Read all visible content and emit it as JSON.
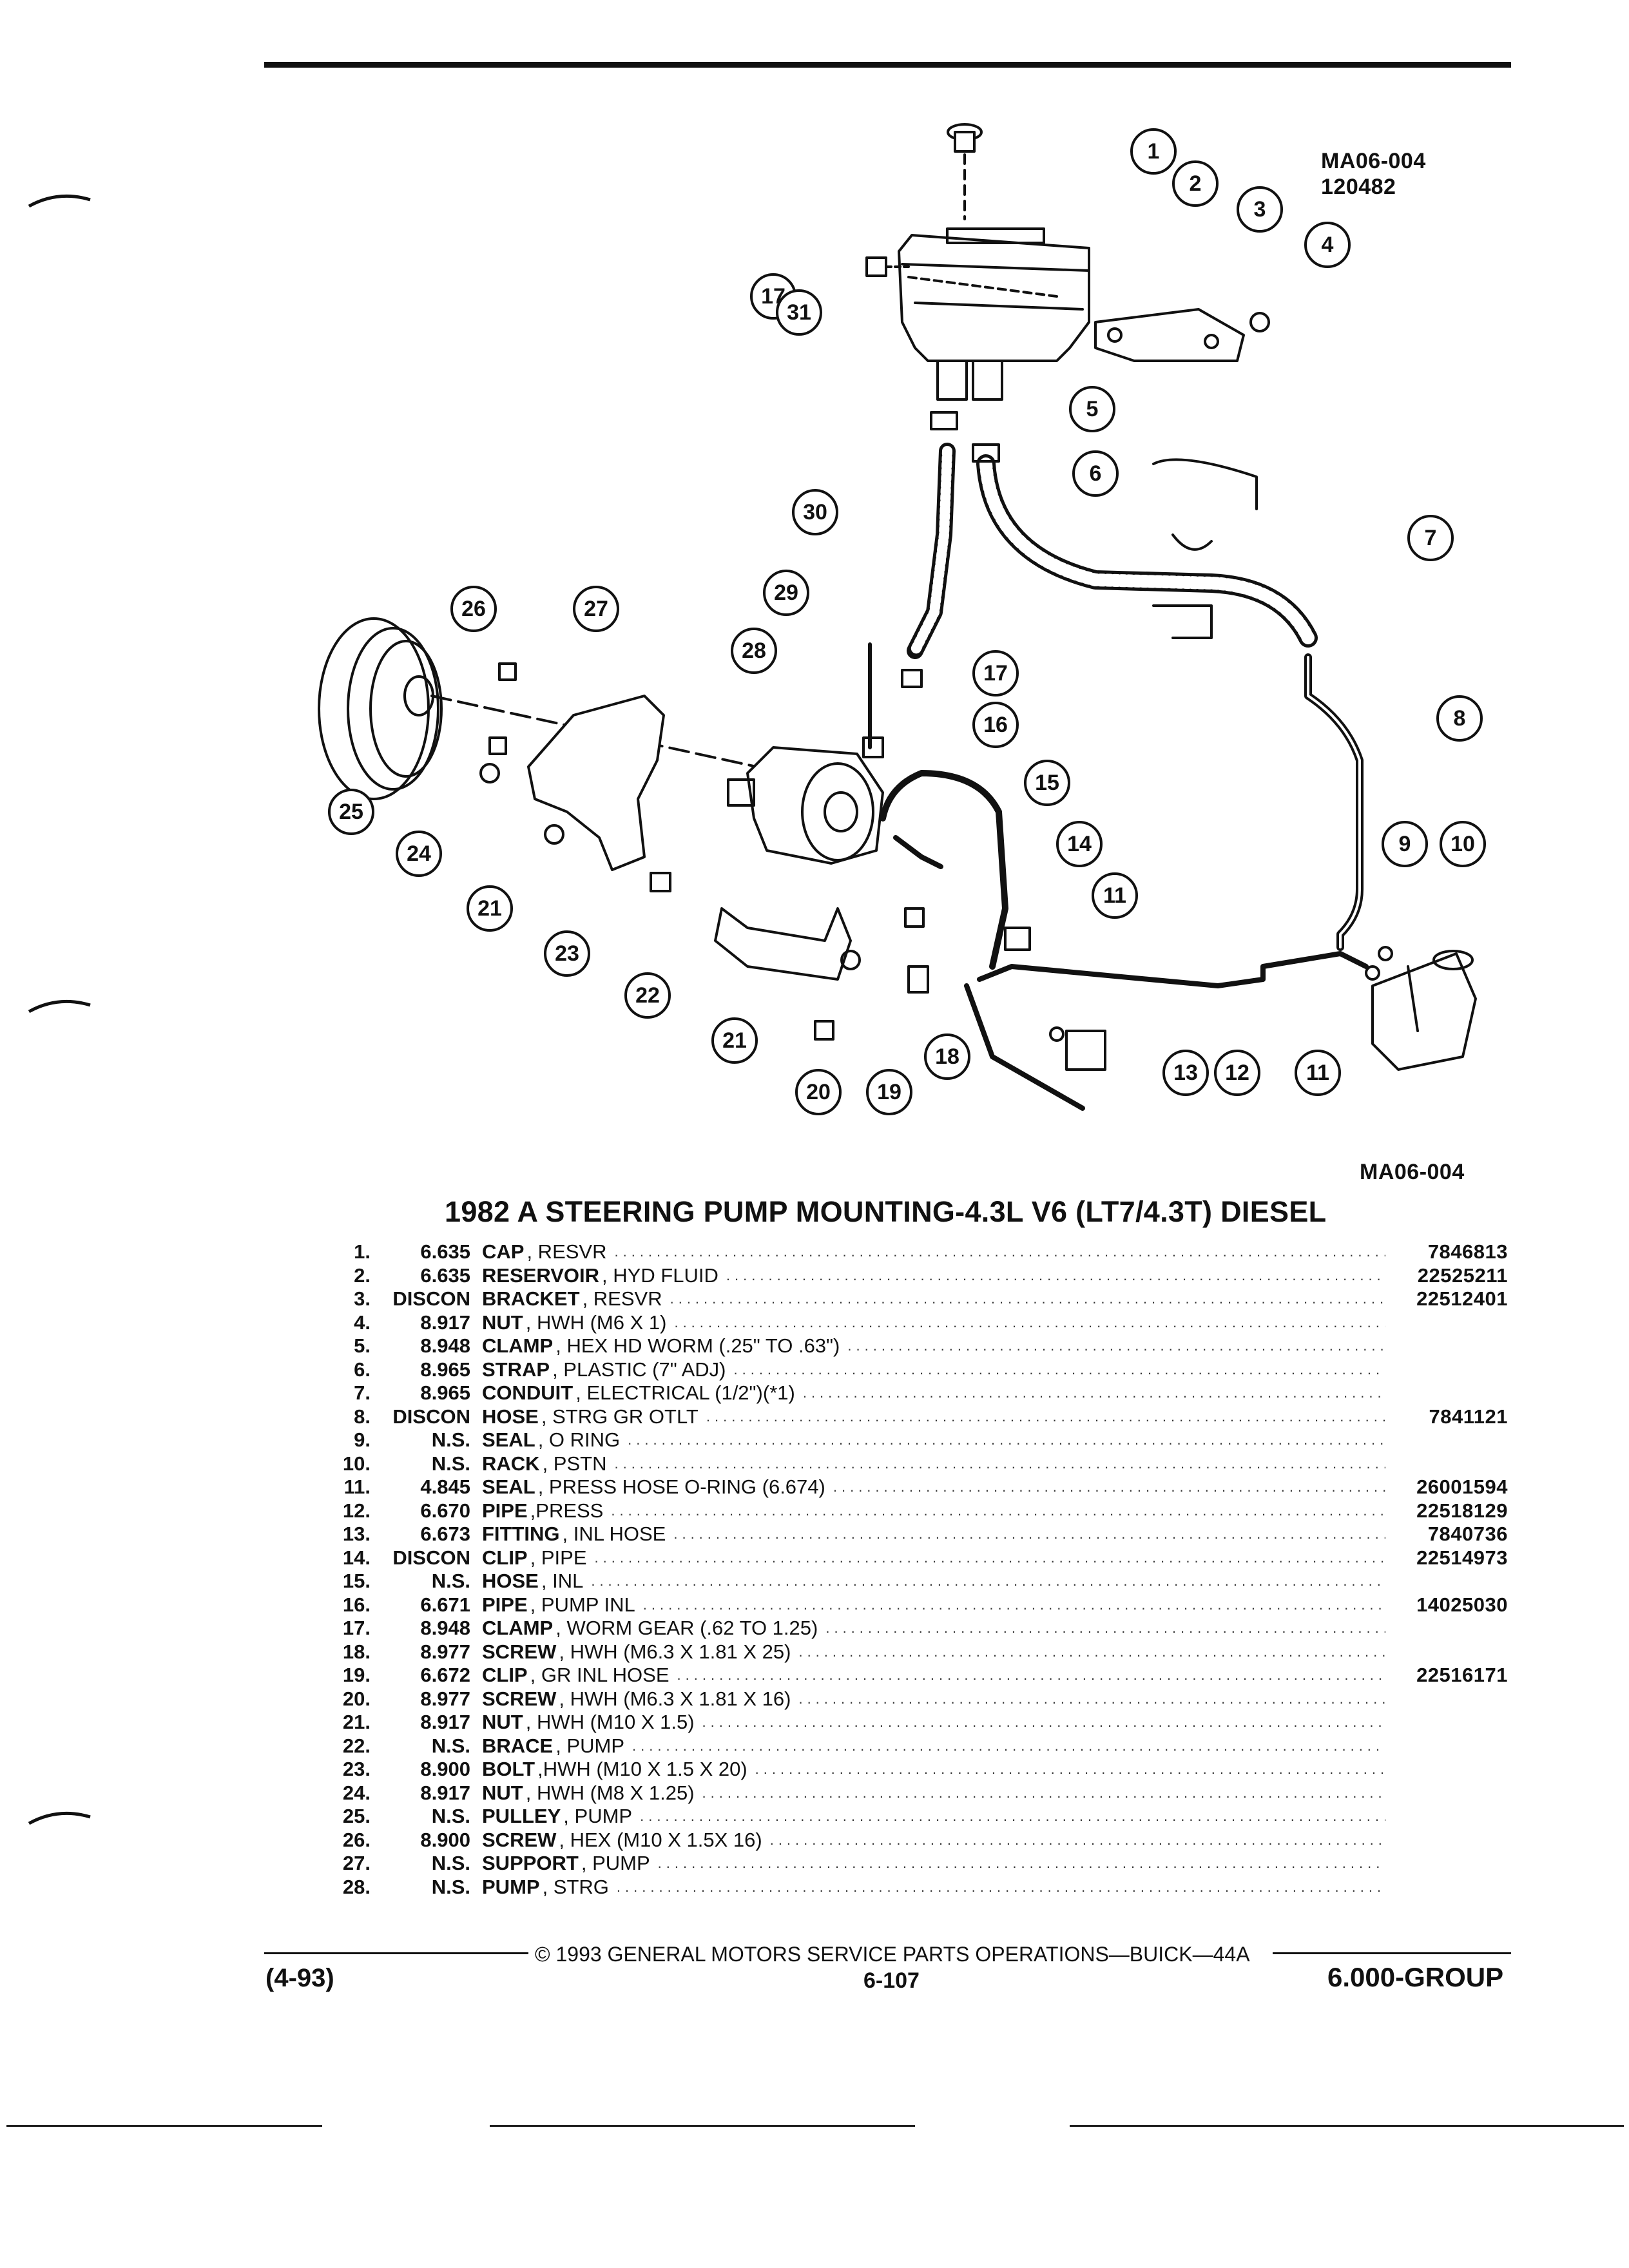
{
  "figure": {
    "ref_top_line1": "MA06-004",
    "ref_top_line2": "120482",
    "ref_bottom": "MA06-004",
    "callouts": [
      "1",
      "2",
      "3",
      "4",
      "5",
      "6",
      "7",
      "8",
      "9",
      "10",
      "11",
      "11",
      "12",
      "13",
      "14",
      "15",
      "16",
      "17",
      "17",
      "18",
      "19",
      "20",
      "21",
      "21",
      "22",
      "23",
      "24",
      "25",
      "26",
      "27",
      "28",
      "29",
      "30",
      "31"
    ]
  },
  "title": "1982 A STEERING PUMP MOUNTING-4.3L V6 (LT7/4.3T) DIESEL",
  "parts": [
    {
      "num": "1.",
      "group": "6.635",
      "name": "CAP",
      "spec": ", RESVR",
      "part_no": "7846813"
    },
    {
      "num": "2.",
      "group": "6.635",
      "name": "RESERVOIR",
      "spec": ", HYD FLUID",
      "part_no": "22525211"
    },
    {
      "num": "3.",
      "group": "DISCON",
      "name": "BRACKET",
      "spec": ", RESVR",
      "part_no": "22512401"
    },
    {
      "num": "4.",
      "group": "8.917",
      "name": "NUT",
      "spec": ", HWH (M6 X 1)",
      "part_no": ""
    },
    {
      "num": "5.",
      "group": "8.948",
      "name": "CLAMP",
      "spec": ", HEX HD WORM (.25\" TO .63\")",
      "part_no": ""
    },
    {
      "num": "6.",
      "group": "8.965",
      "name": "STRAP",
      "spec": ", PLASTIC (7\" ADJ)",
      "part_no": ""
    },
    {
      "num": "7.",
      "group": "8.965",
      "name": "CONDUIT",
      "spec": ", ELECTRICAL (1/2\")(*1)",
      "part_no": ""
    },
    {
      "num": "8.",
      "group": "DISCON",
      "name": "HOSE",
      "spec": ", STRG GR OTLT",
      "part_no": "7841121"
    },
    {
      "num": "9.",
      "group": "N.S.",
      "name": "SEAL",
      "spec": ", O RING",
      "part_no": ""
    },
    {
      "num": "10.",
      "group": "N.S.",
      "name": "RACK",
      "spec": ", PSTN",
      "part_no": ""
    },
    {
      "num": "11.",
      "group": "4.845",
      "name": "SEAL",
      "spec": ", PRESS HOSE O-RING (6.674)",
      "part_no": "26001594"
    },
    {
      "num": "12.",
      "group": "6.670",
      "name": "PIPE",
      "spec": ",PRESS",
      "part_no": "22518129"
    },
    {
      "num": "13.",
      "group": "6.673",
      "name": "FITTING",
      "spec": ", INL HOSE",
      "part_no": "7840736"
    },
    {
      "num": "14.",
      "group": "DISCON",
      "name": "CLIP",
      "spec": ", PIPE",
      "part_no": "22514973"
    },
    {
      "num": "15.",
      "group": "N.S.",
      "name": "HOSE",
      "spec": ", INL",
      "part_no": ""
    },
    {
      "num": "16.",
      "group": "6.671",
      "name": "PIPE",
      "spec": ", PUMP INL",
      "part_no": "14025030"
    },
    {
      "num": "17.",
      "group": "8.948",
      "name": "CLAMP",
      "spec": ", WORM GEAR (.62 TO 1.25)",
      "part_no": ""
    },
    {
      "num": "18.",
      "group": "8.977",
      "name": "SCREW",
      "spec": ", HWH (M6.3 X 1.81 X 25)",
      "part_no": ""
    },
    {
      "num": "19.",
      "group": "6.672",
      "name": "CLIP",
      "spec": ", GR INL HOSE",
      "part_no": "22516171"
    },
    {
      "num": "20.",
      "group": "8.977",
      "name": "SCREW",
      "spec": ", HWH (M6.3 X 1.81 X 16)",
      "part_no": ""
    },
    {
      "num": "21.",
      "group": "8.917",
      "name": "NUT",
      "spec": ", HWH (M10 X 1.5)",
      "part_no": ""
    },
    {
      "num": "22.",
      "group": "N.S.",
      "name": "BRACE",
      "spec": ", PUMP",
      "part_no": ""
    },
    {
      "num": "23.",
      "group": "8.900",
      "name": "BOLT",
      "spec": ",HWH (M10 X 1.5 X 20)",
      "part_no": ""
    },
    {
      "num": "24.",
      "group": "8.917",
      "name": "NUT",
      "spec": ", HWH (M8 X 1.25)",
      "part_no": ""
    },
    {
      "num": "25.",
      "group": "N.S.",
      "name": "PULLEY",
      "spec": ", PUMP",
      "part_no": ""
    },
    {
      "num": "26.",
      "group": "8.900",
      "name": "SCREW",
      "spec": ", HEX (M10 X 1.5X 16)",
      "part_no": ""
    },
    {
      "num": "27.",
      "group": "N.S.",
      "name": "SUPPORT",
      "spec": ", PUMP",
      "part_no": ""
    },
    {
      "num": "28.",
      "group": "N.S.",
      "name": "PUMP",
      "spec": ", STRG",
      "part_no": ""
    }
  ],
  "footer": {
    "copyright": "© 1993 GENERAL MOTORS SERVICE PARTS OPERATIONS—BUICK—44A",
    "date": "(4-93)",
    "page": "6-107",
    "group": "6.000-GROUP"
  }
}
